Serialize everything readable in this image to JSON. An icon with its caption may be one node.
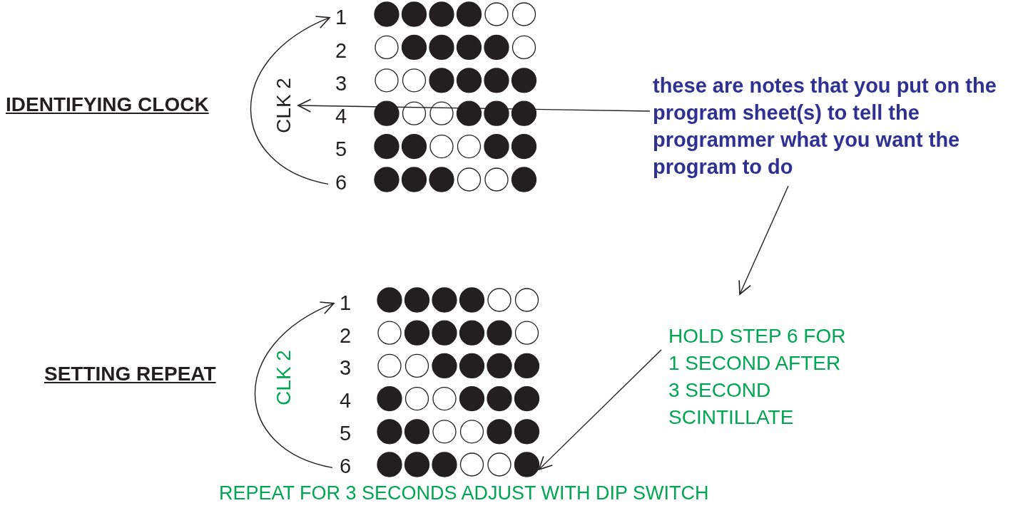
{
  "diagram": {
    "nodes": [
      {
        "text": [
          "1"
        ]
      },
      {
        "text": [
          "6"
        ]
      },
      {
        "text": [
          "CLK 2"
        ]
      },
      {
        "text": [
          "these are notes that you put on the program sheet(s) to tell the programmer what you want the program to do"
        ]
      },
      {
        "text": [
          "1"
        ]
      },
      {
        "text": [
          "6"
        ]
      },
      {
        "text": [
          "HOLD STEP 6 FOR 1 SECOND AFTER 3 SECOND SCINTILLATE"
        ]
      },
      {
        "text": [],
        "shape": "picture"
      }
    ],
    "edges": [
      {
        "from": 1,
        "to": 0,
        "arrow": "to"
      },
      {
        "from": 3,
        "to": 2,
        "arrow": "to"
      },
      {
        "from": 3,
        "to": 6,
        "arrow": "to"
      },
      {
        "from": 5,
        "to": 4,
        "arrow": "to"
      },
      {
        "from": 6,
        "to": 7,
        "arrow": "to"
      }
    ],
    "labels": [
      "IDENTIFYING CLOCK",
      "2",
      "3",
      "4",
      "5",
      "SETTING REPEAT",
      "CLK 2",
      "2",
      "3",
      "4",
      "5",
      "REPEAT FOR 3 SECONDS ADJUST WITH DIP SWITCH"
    ]
  }
}
